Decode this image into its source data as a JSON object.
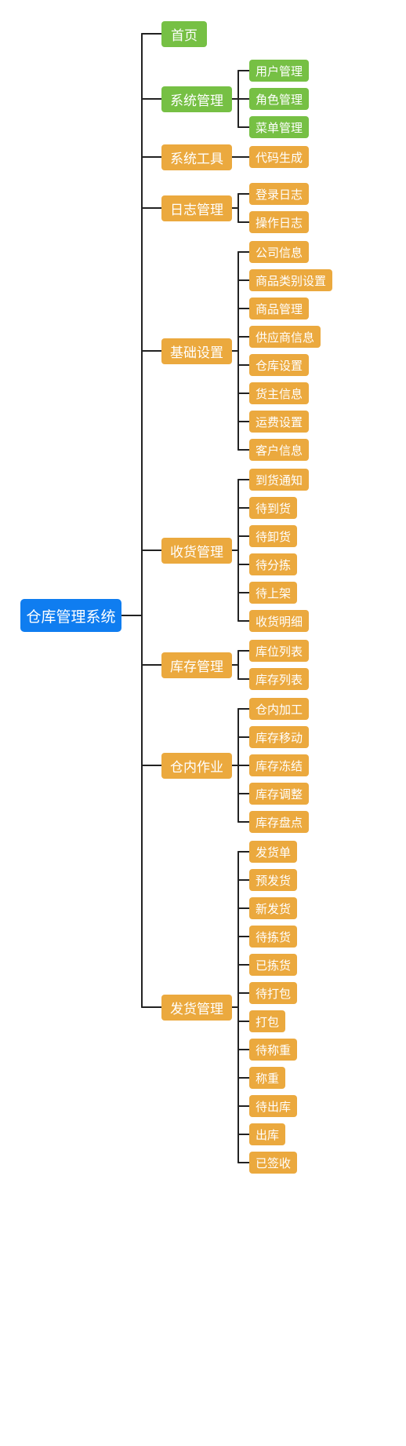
{
  "root": "仓库管理系统",
  "branches": [
    {
      "label": "首页",
      "children": []
    },
    {
      "label": "系统管理",
      "children": [
        "用户管理",
        "角色管理",
        "菜单管理"
      ]
    },
    {
      "label": "系统工具",
      "children": [
        "代码生成"
      ]
    },
    {
      "label": "日志管理",
      "children": [
        "登录日志",
        "操作日志"
      ]
    },
    {
      "label": "基础设置",
      "children": [
        "公司信息",
        "商品类别设置",
        "商品管理",
        "供应商信息",
        "仓库设置",
        "货主信息",
        "运费设置",
        "客户信息"
      ]
    },
    {
      "label": "收货管理",
      "children": [
        "到货通知",
        "待到货",
        "待卸货",
        "待分拣",
        "待上架",
        "收货明细"
      ]
    },
    {
      "label": "库存管理",
      "children": [
        "库位列表",
        "库存列表"
      ]
    },
    {
      "label": "仓内作业",
      "children": [
        "仓内加工",
        "库存移动",
        "库存冻结",
        "库存调整",
        "库存盘点"
      ]
    },
    {
      "label": "发货管理",
      "children": [
        "发货单",
        "预发货",
        "新发货",
        "待拣货",
        "已拣货",
        "待打包",
        "打包",
        "待称重",
        "称重",
        "待出库",
        "出库",
        "已签收"
      ]
    }
  ],
  "colors": {
    "root": "#0f7df0",
    "system_nodes": "#76c044",
    "business_nodes": "#eba93e",
    "line": "#222222"
  }
}
